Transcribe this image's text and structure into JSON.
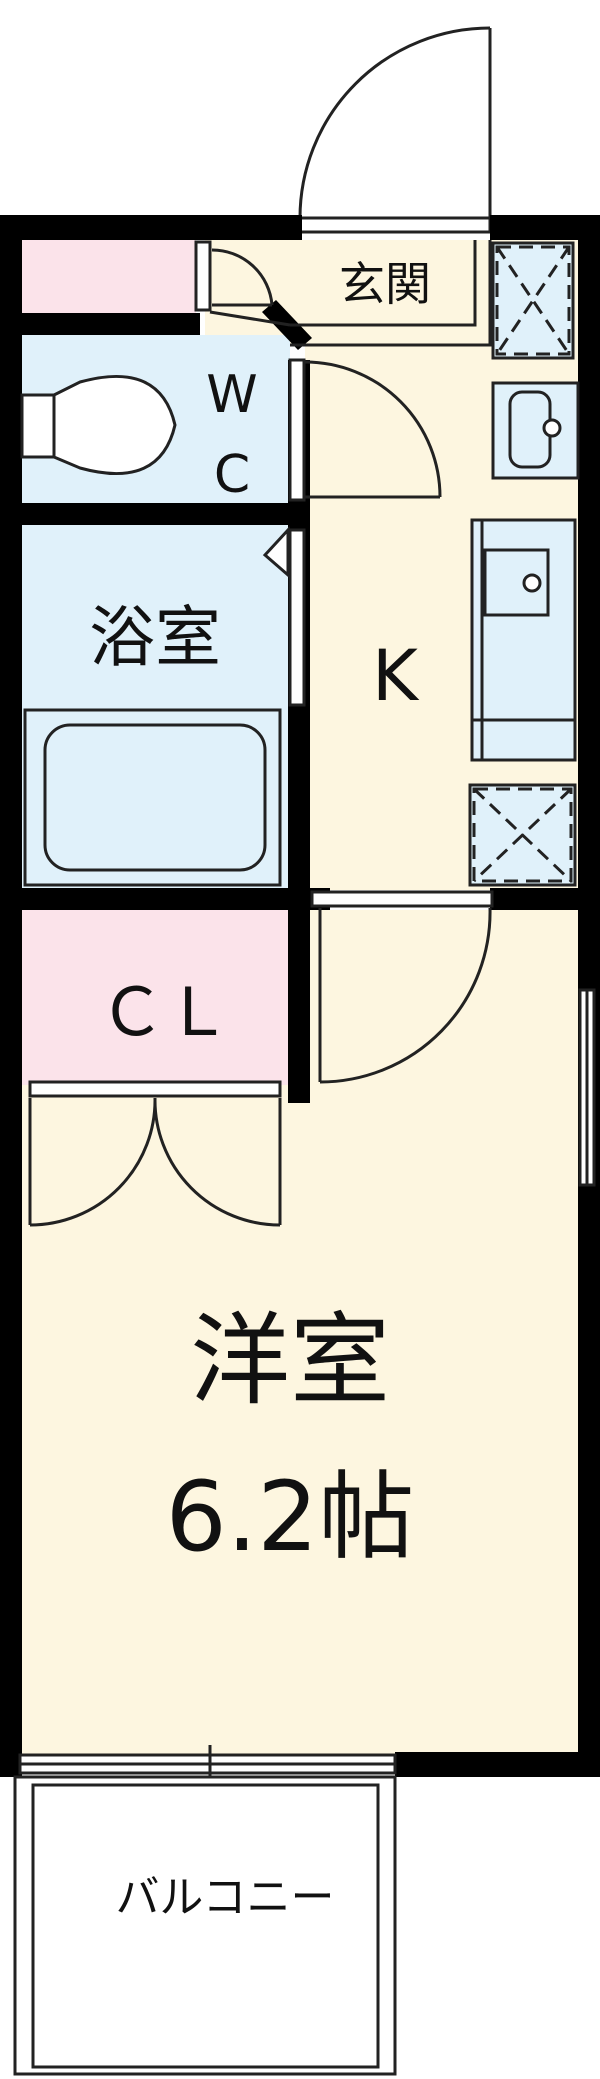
{
  "rooms": {
    "entrance": "玄関",
    "wc_top": "W",
    "wc_bottom": "C",
    "bath": "浴室",
    "kitchen": "K",
    "closet": "ＣＬ",
    "western_room": "洋室",
    "western_room_size": "6.2帖",
    "balcony": "バルコニー"
  },
  "colors": {
    "wall": "#000000",
    "living_floor": "#fdf6e0",
    "wet_area": "#e0f1fa",
    "storage": "#fbe3ea",
    "line": "#222222"
  }
}
